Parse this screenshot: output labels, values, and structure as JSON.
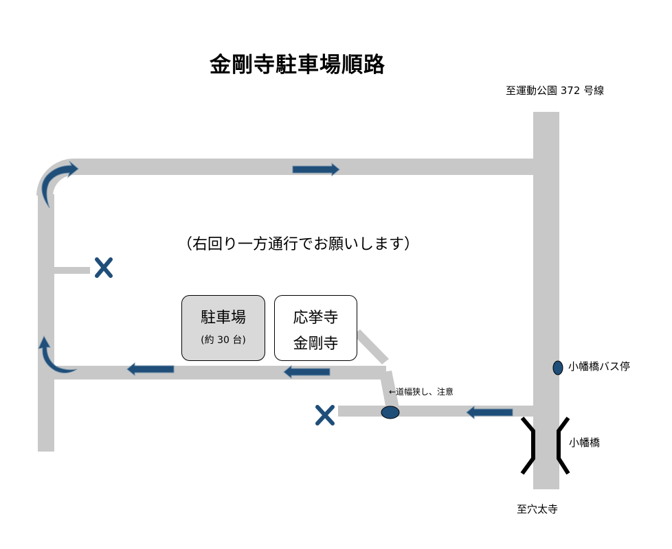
{
  "map": {
    "title": "金剛寺駐車場順路",
    "destination_north": "至運動公園 372 号線",
    "destination_south": "至穴太寺",
    "notice": "（右回り一方通行でお願いします）",
    "parking": {
      "name": "駐車場",
      "capacity": "(約 30 台)"
    },
    "temple": {
      "line1": "応挙寺",
      "line2": "金剛寺"
    },
    "bus_stop_label": "小幡橋バス停",
    "bridge_label": "小幡橋",
    "narrow_road_note": "←道幅狭し、注意",
    "colors": {
      "road": "#c8c8c8",
      "arrow": "#1f4e79",
      "bridge": "#000000",
      "parking_fill": "#d9d9d9"
    },
    "icons": [
      "right-arrow-icon",
      "left-arrow-icon",
      "u-turn-arrow-icon",
      "no-entry-x-icon",
      "bus-stop-marker-icon",
      "bridge-railing-icon"
    ]
  }
}
